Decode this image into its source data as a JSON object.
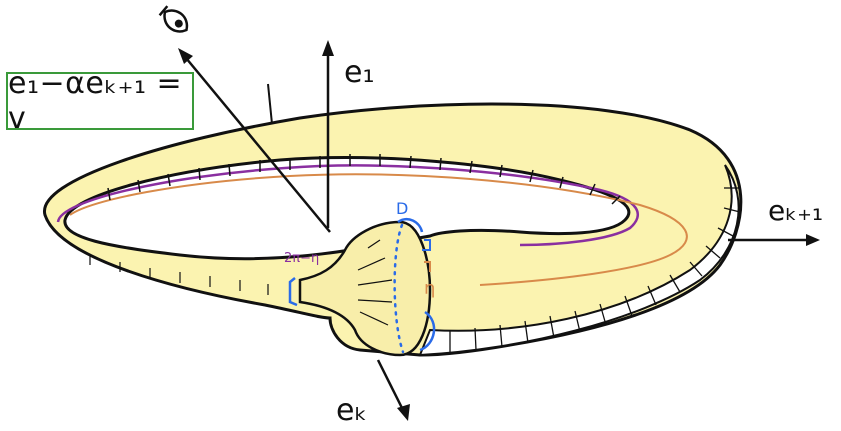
{
  "formula": "e₁−αeₖ₊₁ = v",
  "axes": {
    "e1": "e₁",
    "ek": "eₖ",
    "ek1": "eₖ₊₁"
  },
  "annotations": {
    "D": "D",
    "eta": "η",
    "two_pi_minus_eta": "2π−η"
  },
  "icons": {
    "eye": "eye-icon"
  },
  "colors": {
    "torus_fill": "#fbf3b0",
    "purple_curve": "#8a2fa0",
    "orange_curve": "#d88a4a",
    "blue_marks": "#2a6be8",
    "box_border": "#3a9a3a"
  }
}
